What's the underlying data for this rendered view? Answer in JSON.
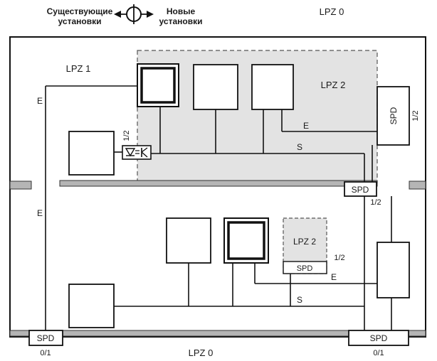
{
  "legend": {
    "existing_line1": "Существующие",
    "existing_line2": "установки",
    "new_line1": "Новые",
    "new_line2": "установки"
  },
  "zones": {
    "lpz0_top": "LPZ 0",
    "lpz0_bottom": "LPZ 0",
    "lpz1": "LPZ 1",
    "lpz2_upper": "LPZ 2",
    "lpz2_lower": "LPZ 2"
  },
  "labels": {
    "e_upper_left": "E",
    "e_lower_left": "E",
    "e_upper_right": "E",
    "e_lower_right": "E",
    "s_upper": "S",
    "s_lower": "S",
    "ratio_isolator": "1/2",
    "ratio_right_spd": "1/2",
    "ratio_mid_spd": "1/2",
    "ratio_lower_lpz2": "1/2",
    "ratio_bottom_left": "0/1",
    "ratio_bottom_right": "0/1"
  },
  "spd": {
    "right_vertical": "SPD",
    "mid_right": "SPD",
    "lower_lpz2": "SPD",
    "bottom_left": "SPD",
    "bottom_right": "SPD"
  }
}
